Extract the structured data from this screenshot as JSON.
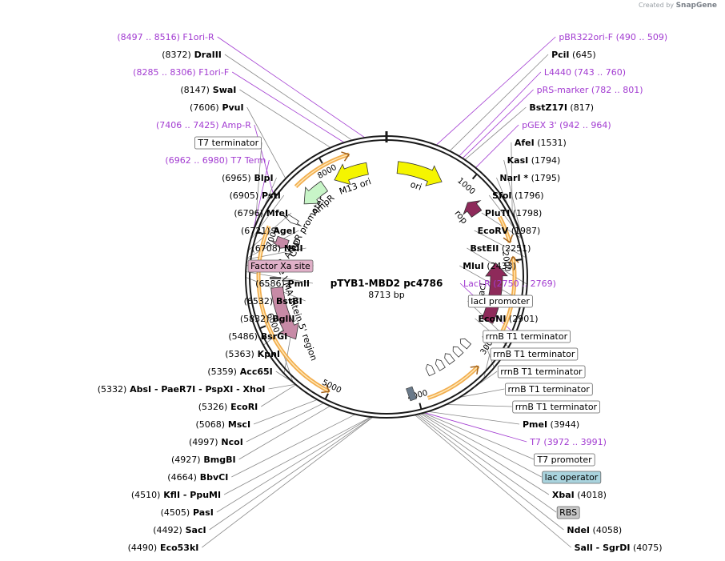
{
  "credit": {
    "prefix": "Created by",
    "brand": "SnapGene"
  },
  "plasmid": {
    "name": "pTYB1-MBD2 pc4786",
    "length": "8713 bp"
  },
  "ticks": [
    {
      "bp": 1000,
      "label": "1000"
    },
    {
      "bp": 2000,
      "label": "2000"
    },
    {
      "bp": 3000,
      "label": "3000"
    },
    {
      "bp": 4000,
      "label": "4000"
    },
    {
      "bp": 5000,
      "label": "5000"
    },
    {
      "bp": 6000,
      "label": "6000"
    },
    {
      "bp": 7000,
      "label": "7000"
    },
    {
      "bp": 8000,
      "label": "8000"
    }
  ],
  "features": [
    {
      "name": "ori",
      "start": 140,
      "end": 730,
      "dir": 1,
      "color": "#f5f500"
    },
    {
      "name": "M13 ori",
      "start": 8030,
      "end": 8470,
      "dir": -1,
      "color": "#f5f500"
    },
    {
      "name": "rop",
      "start": 1150,
      "end": 1330,
      "dir": -1,
      "color": "#8e2a5a"
    },
    {
      "name": "lacI",
      "start": 2000,
      "end": 2750,
      "dir": -1,
      "color": "#8e2a5a"
    },
    {
      "name": "AmpR",
      "start": 7540,
      "end": 7880,
      "dir": -1,
      "color": "#c8f5c8"
    },
    {
      "name": "AmpR promoter",
      "start": 7250,
      "end": 7320,
      "dir": -1,
      "color": "#ffffff"
    },
    {
      "name": "CBD",
      "start": 6900,
      "end": 7030,
      "dir": -1,
      "color": "#c78aa6"
    },
    {
      "name": "Sce VMA intein 5' region",
      "start": 5700,
      "end": 6400,
      "dir": -1,
      "color": "#c78aa6"
    }
  ],
  "orf_arcs": [
    {
      "start": 7620,
      "end": 8300,
      "dir": 1
    },
    {
      "start": 1500,
      "end": 1800,
      "dir": 1
    },
    {
      "start": 5000,
      "end": 7100,
      "dir": -1
    },
    {
      "start": 1960,
      "end": 2900,
      "dir": -1
    },
    {
      "start": 3250,
      "end": 3900,
      "dir": -1
    }
  ],
  "labels": [
    {
      "parts": [
        [
          "(8497 .. 8516)",
          "p"
        ],
        [
          "F1ori-R",
          "p"
        ]
      ],
      "bp": 8500
    },
    {
      "parts": [
        [
          "(8372)",
          "n"
        ],
        [
          "DraIII",
          "b"
        ]
      ],
      "bp": 8372
    },
    {
      "parts": [
        [
          "(8285 .. 8306)",
          "p"
        ],
        [
          "F1ori-F",
          "p"
        ]
      ],
      "bp": 8290
    },
    {
      "parts": [
        [
          "(8147)",
          "n"
        ],
        [
          "SwaI",
          "b"
        ]
      ],
      "bp": 8147
    },
    {
      "parts": [
        [
          "(7606)",
          "n"
        ],
        [
          "PvuI",
          "b"
        ]
      ],
      "bp": 7606
    },
    {
      "parts": [
        [
          "(7406 .. 7425)",
          "p"
        ],
        [
          "Amp-R",
          "p"
        ]
      ],
      "bp": 7415
    },
    {
      "parts": [
        [
          "T7 terminator",
          "box"
        ]
      ],
      "bp": 7050
    },
    {
      "parts": [
        [
          "(6962 .. 6980)",
          "p"
        ],
        [
          "T7 Term",
          "p"
        ]
      ],
      "bp": 6970
    },
    {
      "parts": [
        [
          "(6965)",
          "n"
        ],
        [
          "BlpI",
          "b"
        ]
      ],
      "bp": 6965
    },
    {
      "parts": [
        [
          "(6905)",
          "n"
        ],
        [
          "PstI",
          "b"
        ]
      ],
      "bp": 6905
    },
    {
      "parts": [
        [
          "(6796)",
          "n"
        ],
        [
          "MfeI",
          "b"
        ]
      ],
      "bp": 6796
    },
    {
      "parts": [
        [
          "(6721)",
          "n"
        ],
        [
          "AgeI",
          "b"
        ]
      ],
      "bp": 6721
    },
    {
      "parts": [
        [
          "(6708)",
          "n"
        ],
        [
          "NsiI",
          "b"
        ]
      ],
      "bp": 6708
    },
    {
      "parts": [
        [
          "Factor Xa site",
          "boxpink"
        ]
      ],
      "bp": 6650
    },
    {
      "parts": [
        [
          "(6586)",
          "n"
        ],
        [
          "PmlI",
          "b"
        ]
      ],
      "bp": 6586
    },
    {
      "parts": [
        [
          "(6532)",
          "n"
        ],
        [
          "BstBI",
          "b"
        ]
      ],
      "bp": 6532
    },
    {
      "parts": [
        [
          "(5832)",
          "n"
        ],
        [
          "BglII",
          "b"
        ]
      ],
      "bp": 5832
    },
    {
      "parts": [
        [
          "(5486)",
          "n"
        ],
        [
          "BsrGI",
          "b"
        ]
      ],
      "bp": 5486
    },
    {
      "parts": [
        [
          "(5363)",
          "n"
        ],
        [
          "KpnI",
          "b"
        ]
      ],
      "bp": 5363
    },
    {
      "parts": [
        [
          "(5359)",
          "n"
        ],
        [
          "Acc65I",
          "b"
        ]
      ],
      "bp": 5359
    },
    {
      "parts": [
        [
          "(5332)",
          "n"
        ],
        [
          "AbsI",
          "b"
        ],
        [
          "- PaeR7I",
          "b"
        ],
        [
          "- PspXI",
          "b"
        ],
        [
          "- XhoI",
          "b"
        ]
      ],
      "bp": 5332
    },
    {
      "parts": [
        [
          "(5326)",
          "n"
        ],
        [
          "EcoRI",
          "b"
        ]
      ],
      "bp": 5326
    },
    {
      "parts": [
        [
          "(5068)",
          "n"
        ],
        [
          "MscI",
          "b"
        ]
      ],
      "bp": 5068
    },
    {
      "parts": [
        [
          "(4997)",
          "n"
        ],
        [
          "NcoI",
          "b"
        ]
      ],
      "bp": 4997
    },
    {
      "parts": [
        [
          "(4927)",
          "n"
        ],
        [
          "BmgBI",
          "b"
        ]
      ],
      "bp": 4927
    },
    {
      "parts": [
        [
          "(4664)",
          "n"
        ],
        [
          "BbvCI",
          "b"
        ]
      ],
      "bp": 4664
    },
    {
      "parts": [
        [
          "(4510)",
          "n"
        ],
        [
          "KflI",
          "b"
        ],
        [
          "- PpuMI",
          "b"
        ]
      ],
      "bp": 4510
    },
    {
      "parts": [
        [
          "(4505)",
          "n"
        ],
        [
          "PasI",
          "b"
        ]
      ],
      "bp": 4505
    },
    {
      "parts": [
        [
          "(4492)",
          "n"
        ],
        [
          "SacI",
          "b"
        ]
      ],
      "bp": 4492
    },
    {
      "parts": [
        [
          "(4490)",
          "n"
        ],
        [
          "Eco53kI",
          "b"
        ]
      ],
      "bp": 4490
    },
    {
      "parts": [
        [
          "pBR322ori-F",
          "p"
        ],
        [
          "(490 .. 509)",
          "p"
        ]
      ],
      "bp": 500
    },
    {
      "parts": [
        [
          "PciI",
          "b"
        ],
        [
          "(645)",
          "n"
        ]
      ],
      "bp": 645
    },
    {
      "parts": [
        [
          "L4440",
          "p"
        ],
        [
          "(743 .. 760)",
          "p"
        ]
      ],
      "bp": 750
    },
    {
      "parts": [
        [
          "pRS-marker",
          "p"
        ],
        [
          "(782 .. 801)",
          "p"
        ]
      ],
      "bp": 790
    },
    {
      "parts": [
        [
          "BstZ17I",
          "b"
        ],
        [
          "(817)",
          "n"
        ]
      ],
      "bp": 817
    },
    {
      "parts": [
        [
          "pGEX 3'",
          "p"
        ],
        [
          "(942 .. 964)",
          "p"
        ]
      ],
      "bp": 950
    },
    {
      "parts": [
        [
          "AfeI",
          "b"
        ],
        [
          "(1531)",
          "n"
        ]
      ],
      "bp": 1531
    },
    {
      "parts": [
        [
          "KasI",
          "b"
        ],
        [
          "(1794)",
          "n"
        ]
      ],
      "bp": 1794
    },
    {
      "parts": [
        [
          "NarI *",
          "b"
        ],
        [
          "(1795)",
          "n"
        ]
      ],
      "bp": 1795
    },
    {
      "parts": [
        [
          "SfoI",
          "b"
        ],
        [
          "(1796)",
          "n"
        ]
      ],
      "bp": 1796
    },
    {
      "parts": [
        [
          "PluTI",
          "b"
        ],
        [
          "(1798)",
          "n"
        ]
      ],
      "bp": 1798
    },
    {
      "parts": [
        [
          "EcoRV",
          "b"
        ],
        [
          "(1987)",
          "n"
        ]
      ],
      "bp": 1987
    },
    {
      "parts": [
        [
          "BstEII",
          "b"
        ],
        [
          "(2251)",
          "n"
        ]
      ],
      "bp": 2251
    },
    {
      "parts": [
        [
          "MluI",
          "b"
        ],
        [
          "(2433)",
          "n"
        ]
      ],
      "bp": 2433
    },
    {
      "parts": [
        [
          "LacI-R",
          "p"
        ],
        [
          "(2750 .. 2769)",
          "p"
        ]
      ],
      "bp": 2760
    },
    {
      "parts": [
        [
          "lacI promoter",
          "box"
        ]
      ],
      "bp": 2850
    },
    {
      "parts": [
        [
          "EcoNI",
          "b"
        ],
        [
          "(2901)",
          "n"
        ]
      ],
      "bp": 2901
    },
    {
      "parts": [
        [
          "rrnB T1 terminator",
          "box"
        ]
      ],
      "bp": 3150
    },
    {
      "parts": [
        [
          "rrnB T1 terminator",
          "box"
        ]
      ],
      "bp": 3300
    },
    {
      "parts": [
        [
          "rrnB T1 terminator",
          "box"
        ]
      ],
      "bp": 3450
    },
    {
      "parts": [
        [
          "rrnB T1 terminator",
          "box"
        ]
      ],
      "bp": 3600
    },
    {
      "parts": [
        [
          "rrnB T1 terminator",
          "box"
        ]
      ],
      "bp": 3750
    },
    {
      "parts": [
        [
          "PmeI",
          "b"
        ],
        [
          "(3944)",
          "n"
        ]
      ],
      "bp": 3944
    },
    {
      "parts": [
        [
          "T7",
          "p"
        ],
        [
          "(3972 .. 3991)",
          "p"
        ]
      ],
      "bp": 3980
    },
    {
      "parts": [
        [
          "T7 promoter",
          "box"
        ]
      ],
      "bp": 3990
    },
    {
      "parts": [
        [
          "lac operator",
          "boxblue"
        ]
      ],
      "bp": 4005
    },
    {
      "parts": [
        [
          "XbaI",
          "b"
        ],
        [
          "(4018)",
          "n"
        ]
      ],
      "bp": 4018
    },
    {
      "parts": [
        [
          "RBS",
          "boxgray"
        ]
      ],
      "bp": 4040
    },
    {
      "parts": [
        [
          "NdeI",
          "b"
        ],
        [
          "(4058)",
          "n"
        ]
      ],
      "bp": 4058
    },
    {
      "parts": [
        [
          "SalI",
          "b"
        ],
        [
          "- SgrDI",
          "b"
        ],
        [
          "(4075)",
          "n"
        ]
      ],
      "bp": 4075
    }
  ],
  "colors": {
    "backbone": "#1a1a1a",
    "orf": "#f0a030",
    "orf_inner": "#ffe8b8",
    "primer": "#a23bd1",
    "lac_operator": "#a9d3dd",
    "rbs": "#c8c8c8",
    "factor_xa": "#e0b0c8",
    "terminator_arrow": "#8ad24a"
  }
}
